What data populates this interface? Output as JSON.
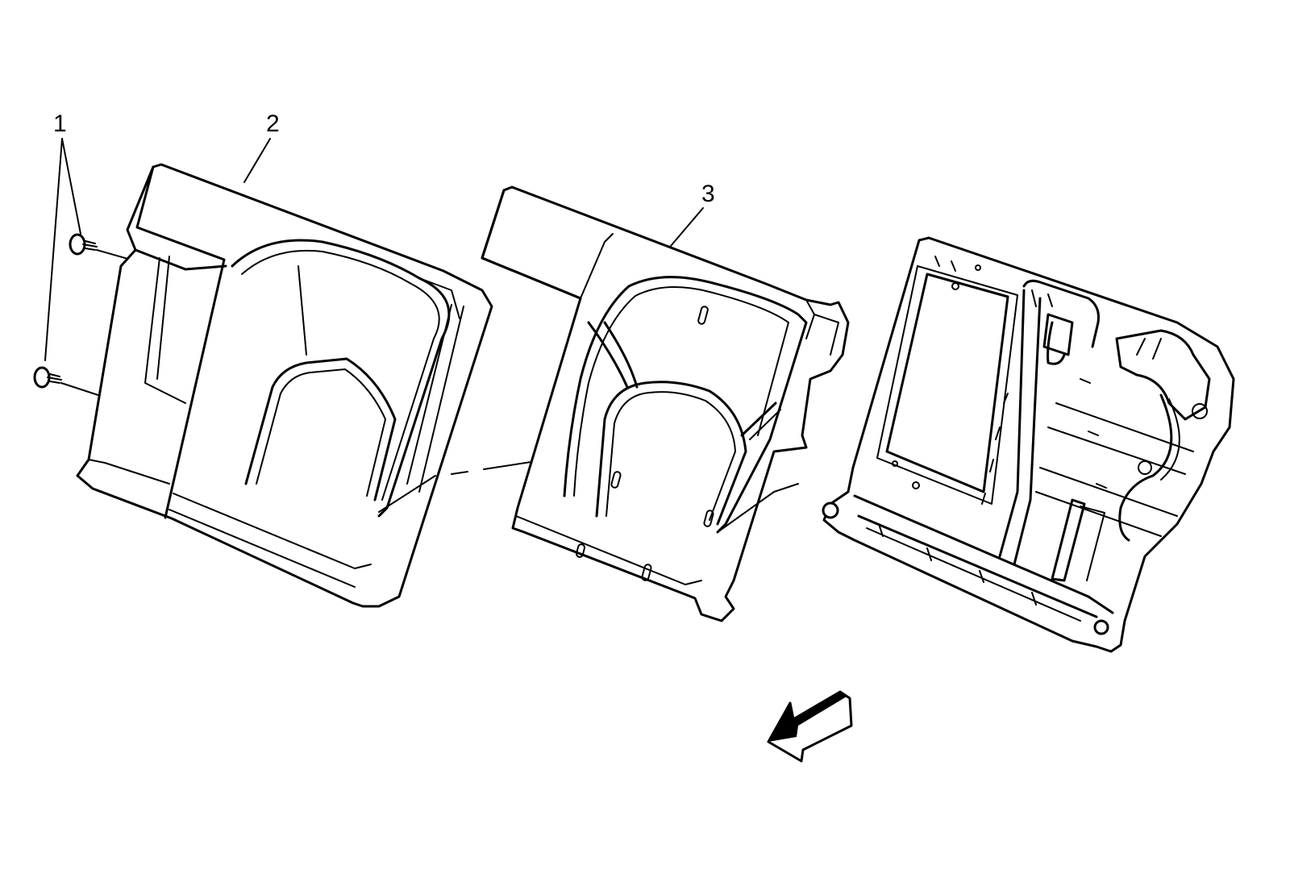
{
  "callouts": {
    "c1": "1",
    "c2": "2",
    "c3": "3"
  },
  "parts": {
    "p1": "fastener-screws",
    "p2": "seat-back-cushion-cover",
    "p3": "seat-back-pad",
    "p4": "seat-back-frame"
  },
  "icons": {
    "direction": "front-of-vehicle-arrow-icon"
  }
}
